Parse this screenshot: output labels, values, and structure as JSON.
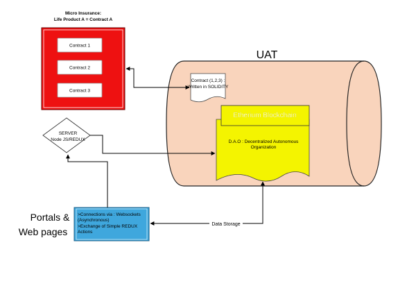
{
  "title": {
    "line1": "Micro Insurance:",
    "line2": "Life Product A = Contract A"
  },
  "contracts": [
    "Contract 1",
    "Contract 2",
    "Contract 3"
  ],
  "uat": {
    "label": "UAT"
  },
  "solidity_doc": {
    "line1": "Contract (1,2,3) :",
    "line2": "Written in SOLIDITY"
  },
  "blockchain": {
    "label": "Etherium Blockchain"
  },
  "dao": {
    "line1": "D.A.O : Decentralized Autonomous",
    "line2": "Organization"
  },
  "server": {
    "line1": "SERVER",
    "line2": "Node JS/REDUX"
  },
  "portals": {
    "line1": "Portals &",
    "line2": "Web pages"
  },
  "connections": {
    "line1": ">Connections via : Websockets",
    "line2": "(Asynchronous)",
    "line3": ">Exchange of Simple REDUX",
    "line4": "Actions"
  },
  "data_storage": {
    "label": "Data Storage"
  },
  "colors": {
    "red": "#ee1111",
    "cylinder": "#f9d4bc",
    "yellow": "#f4f400",
    "blue": "#3fa7dd"
  }
}
